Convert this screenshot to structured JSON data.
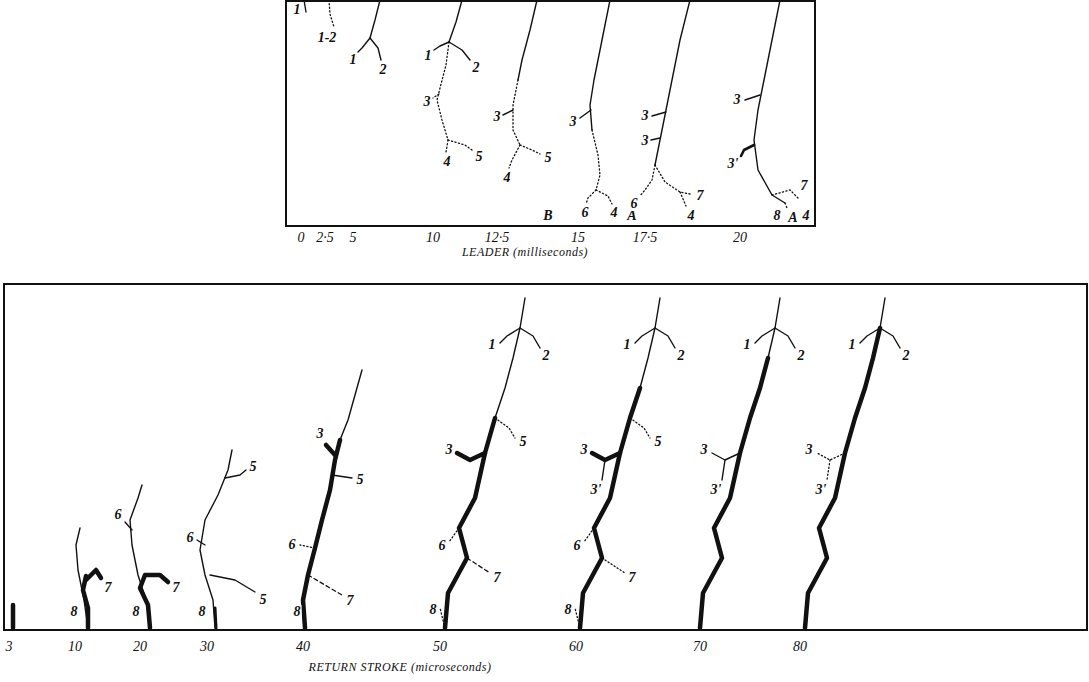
{
  "diagram": {
    "labels": [
      "LEADER (milliseconds)",
      "0",
      "2·5",
      "5",
      "10",
      "12·5",
      "15",
      "17·5",
      "20",
      "B",
      "A",
      "1",
      "1-2",
      "1",
      "2",
      "1",
      "2",
      "3",
      "4",
      "5",
      "3",
      "4",
      "5",
      "3",
      "6",
      "4",
      "3",
      "3",
      "6",
      "7",
      "4",
      "3",
      "3'",
      "7",
      "8",
      "4",
      "A",
      "RETURN STROKE (microseconds)",
      "3",
      "10",
      "20",
      "30",
      "40",
      "50",
      "60",
      "70",
      "80",
      "8",
      "7",
      "6",
      "8",
      "7",
      "6",
      "5",
      "8",
      "5",
      "3",
      "5",
      "6",
      "7",
      "8",
      "1",
      "2",
      "3",
      "5",
      "6",
      "7",
      "8",
      "1",
      "2",
      "3",
      "3'",
      "5",
      "6",
      "7",
      "8",
      "1",
      "2",
      "3",
      "3'",
      "1",
      "2",
      "3",
      "3'"
    ]
  }
}
